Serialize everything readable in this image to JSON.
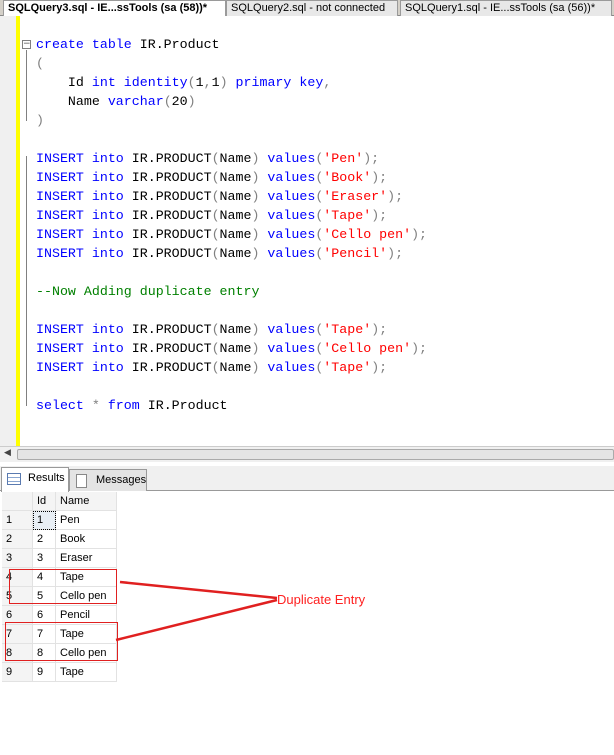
{
  "tabs": [
    "SQLQuery3.sql - IE...ssTools (sa (58))*",
    "SQLQuery2.sql - not connected",
    "SQLQuery1.sql - IE...ssTools (sa (56))*"
  ],
  "code": [
    [
      [
        "create table ",
        "kw"
      ],
      [
        "IR.Product",
        "tx"
      ]
    ],
    [
      [
        "(",
        "pu"
      ]
    ],
    [
      [
        "    Id ",
        "tx"
      ],
      [
        "int identity",
        "kw"
      ],
      [
        "(",
        "pu"
      ],
      [
        "1",
        "tx"
      ],
      [
        ",",
        "pu"
      ],
      [
        "1",
        "tx"
      ],
      [
        ")",
        "pu"
      ],
      [
        " primary key",
        "kw"
      ],
      [
        ",",
        "pu"
      ]
    ],
    [
      [
        "    Name ",
        "tx"
      ],
      [
        "varchar",
        "kw"
      ],
      [
        "(",
        "pu"
      ],
      [
        "20",
        "tx"
      ],
      [
        ")",
        "pu"
      ]
    ],
    [
      [
        ")",
        "pu"
      ]
    ],
    [],
    [
      [
        "INSERT into ",
        "kw"
      ],
      [
        "IR.PRODUCT",
        "tx"
      ],
      [
        "(",
        "pu"
      ],
      [
        "Name",
        "tx"
      ],
      [
        ")",
        "pu"
      ],
      [
        " values",
        "kw"
      ],
      [
        "(",
        "pu"
      ],
      [
        "'Pen'",
        "st"
      ],
      [
        ");",
        "pu"
      ]
    ],
    [
      [
        "INSERT into ",
        "kw"
      ],
      [
        "IR.PRODUCT",
        "tx"
      ],
      [
        "(",
        "pu"
      ],
      [
        "Name",
        "tx"
      ],
      [
        ")",
        "pu"
      ],
      [
        " values",
        "kw"
      ],
      [
        "(",
        "pu"
      ],
      [
        "'Book'",
        "st"
      ],
      [
        ");",
        "pu"
      ]
    ],
    [
      [
        "INSERT into ",
        "kw"
      ],
      [
        "IR.PRODUCT",
        "tx"
      ],
      [
        "(",
        "pu"
      ],
      [
        "Name",
        "tx"
      ],
      [
        ")",
        "pu"
      ],
      [
        " values",
        "kw"
      ],
      [
        "(",
        "pu"
      ],
      [
        "'Eraser'",
        "st"
      ],
      [
        ");",
        "pu"
      ]
    ],
    [
      [
        "INSERT into ",
        "kw"
      ],
      [
        "IR.PRODUCT",
        "tx"
      ],
      [
        "(",
        "pu"
      ],
      [
        "Name",
        "tx"
      ],
      [
        ")",
        "pu"
      ],
      [
        " values",
        "kw"
      ],
      [
        "(",
        "pu"
      ],
      [
        "'Tape'",
        "st"
      ],
      [
        ");",
        "pu"
      ]
    ],
    [
      [
        "INSERT into ",
        "kw"
      ],
      [
        "IR.PRODUCT",
        "tx"
      ],
      [
        "(",
        "pu"
      ],
      [
        "Name",
        "tx"
      ],
      [
        ")",
        "pu"
      ],
      [
        " values",
        "kw"
      ],
      [
        "(",
        "pu"
      ],
      [
        "'Cello pen'",
        "st"
      ],
      [
        ");",
        "pu"
      ]
    ],
    [
      [
        "INSERT into ",
        "kw"
      ],
      [
        "IR.PRODUCT",
        "tx"
      ],
      [
        "(",
        "pu"
      ],
      [
        "Name",
        "tx"
      ],
      [
        ")",
        "pu"
      ],
      [
        " values",
        "kw"
      ],
      [
        "(",
        "pu"
      ],
      [
        "'Pencil'",
        "st"
      ],
      [
        ");",
        "pu"
      ]
    ],
    [],
    [
      [
        "--Now Adding duplicate entry",
        "cm"
      ]
    ],
    [],
    [
      [
        "INSERT into ",
        "kw"
      ],
      [
        "IR.PRODUCT",
        "tx"
      ],
      [
        "(",
        "pu"
      ],
      [
        "Name",
        "tx"
      ],
      [
        ")",
        "pu"
      ],
      [
        " values",
        "kw"
      ],
      [
        "(",
        "pu"
      ],
      [
        "'Tape'",
        "st"
      ],
      [
        ");",
        "pu"
      ]
    ],
    [
      [
        "INSERT into ",
        "kw"
      ],
      [
        "IR.PRODUCT",
        "tx"
      ],
      [
        "(",
        "pu"
      ],
      [
        "Name",
        "tx"
      ],
      [
        ")",
        "pu"
      ],
      [
        " values",
        "kw"
      ],
      [
        "(",
        "pu"
      ],
      [
        "'Cello pen'",
        "st"
      ],
      [
        ");",
        "pu"
      ]
    ],
    [
      [
        "INSERT into ",
        "kw"
      ],
      [
        "IR.PRODUCT",
        "tx"
      ],
      [
        "(",
        "pu"
      ],
      [
        "Name",
        "tx"
      ],
      [
        ")",
        "pu"
      ],
      [
        " values",
        "kw"
      ],
      [
        "(",
        "pu"
      ],
      [
        "'Tape'",
        "st"
      ],
      [
        ");",
        "pu"
      ]
    ],
    [],
    [
      [
        "select ",
        "kw"
      ],
      [
        "* ",
        "pu"
      ],
      [
        "from ",
        "kw"
      ],
      [
        "IR.Product",
        "tx"
      ]
    ]
  ],
  "results_tabs": {
    "results": "Results",
    "messages": "Messages"
  },
  "grid": {
    "headers": [
      "",
      "Id",
      "Name"
    ],
    "rows": [
      [
        "1",
        "1",
        "Pen"
      ],
      [
        "2",
        "2",
        "Book"
      ],
      [
        "3",
        "3",
        "Eraser"
      ],
      [
        "4",
        "4",
        "Tape"
      ],
      [
        "5",
        "5",
        "Cello pen"
      ],
      [
        "6",
        "6",
        "Pencil"
      ],
      [
        "7",
        "7",
        "Tape"
      ],
      [
        "8",
        "8",
        "Cello pen"
      ],
      [
        "9",
        "9",
        "Tape"
      ]
    ]
  },
  "annotation": "Duplicate Entry"
}
